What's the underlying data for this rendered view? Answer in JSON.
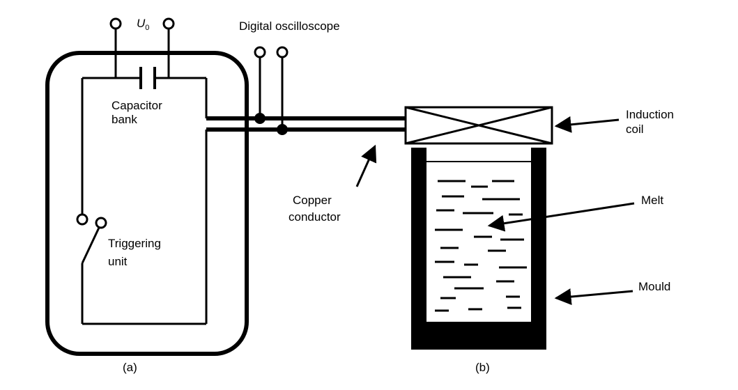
{
  "labels": {
    "u0_symbol": "U",
    "u0_subscript": "0",
    "oscilloscope": "Digital oscilloscope",
    "capacitor_line1": "Capacitor",
    "capacitor_line2": "bank",
    "triggering_line1": "Triggering",
    "triggering_line2": "unit",
    "copper_line1": "Copper",
    "copper_line2": "conductor",
    "induction_line1": "Induction",
    "induction_line2": "coil",
    "melt": "Melt",
    "mould": "Mould",
    "panel_a": "(a)",
    "panel_b": "(b)"
  }
}
